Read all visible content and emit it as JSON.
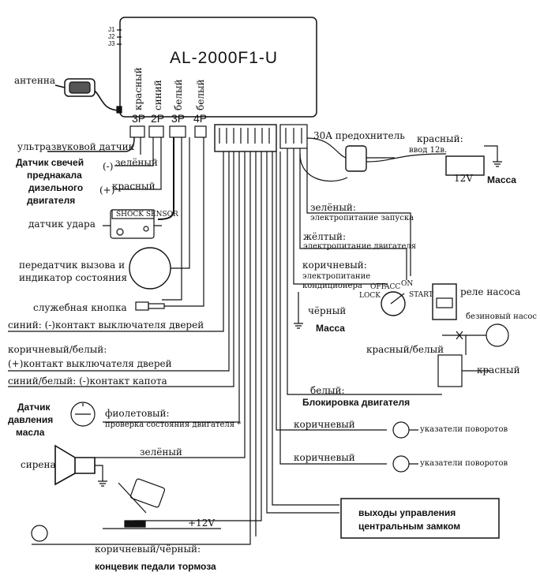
{
  "module": {
    "model": "AL-2000F1-U",
    "j1": "J1",
    "j2": "J2",
    "j3": "J3"
  },
  "connectors": {
    "c1": {
      "color": "красный",
      "pins": "3P"
    },
    "c2": {
      "color": "синий",
      "pins": "2P"
    },
    "c3": {
      "color": "белый",
      "pins": "3P"
    },
    "c4": {
      "color": "белый",
      "pins": "4P"
    }
  },
  "labels": {
    "antenna": "антенна",
    "ultrasonic": "ультразвуковой датчик",
    "glow_title": "Датчик свечей преднакала дизельного двигателя",
    "glow_1": "Датчик свечей",
    "glow_2": "преднакала",
    "glow_3": "дизельного",
    "glow_4": "двигателя",
    "glow_minus": "(-)",
    "glow_green": "зелёный",
    "glow_plus": "(+)",
    "glow_red": "красный",
    "shock": "датчик удара",
    "shock_box": "SHOCK SENSOR",
    "transmitter_1": "передатчик вызова и",
    "transmitter_2": "индикатор состояния",
    "service": "служебная кнопка",
    "door_minus": "синий: (-)контакт выключателя дверей",
    "door_plus_1": "коричневый/белый:",
    "door_plus_2": "(+)контакт выключателя дверей",
    "hood": "синий/белый: (-)контакт капота",
    "oil_1": "Датчик",
    "oil_2": "давления",
    "oil_3": "масла",
    "oil_violet": "фиолетовый:",
    "oil_check": "проверка состояния двигателя *",
    "siren": "сирена",
    "siren_green": "зелёный",
    "plus12": "+12V",
    "brake_wire": "коричневый/чёрный:",
    "brake_title": "концевик педали тормоза",
    "fuse": "30A предохнитель",
    "red": "красный:",
    "input_12": "ввод 12в.",
    "battery": "12V",
    "mass": "Масса",
    "green": "зелёный:",
    "start_power": "электропитание запуска",
    "yellow": "жёлтый:",
    "engine_power": "электропитание двигателя",
    "brown": "коричневый:",
    "ac_1": "электропитание",
    "ac_2": "кондиционера",
    "black": "чёрный",
    "mass2": "Масса",
    "acc": "ACC",
    "on": "ON",
    "off": "OFF",
    "lock": "LOCK",
    "start": "START",
    "pump_relay": "реле насоса",
    "fuel_pump": "безиновый насос",
    "red_white": "красный/белый",
    "red2": "красный",
    "white": "белый:",
    "engine_block": "Блокировка двигателя",
    "brown_t1": "коричневый",
    "turn1": "указатели поворотов",
    "brown_t2": "коричневый",
    "turn2": "указатели поворотов",
    "lock_out_1": "выходы управления",
    "lock_out_2": "центральным замком"
  }
}
